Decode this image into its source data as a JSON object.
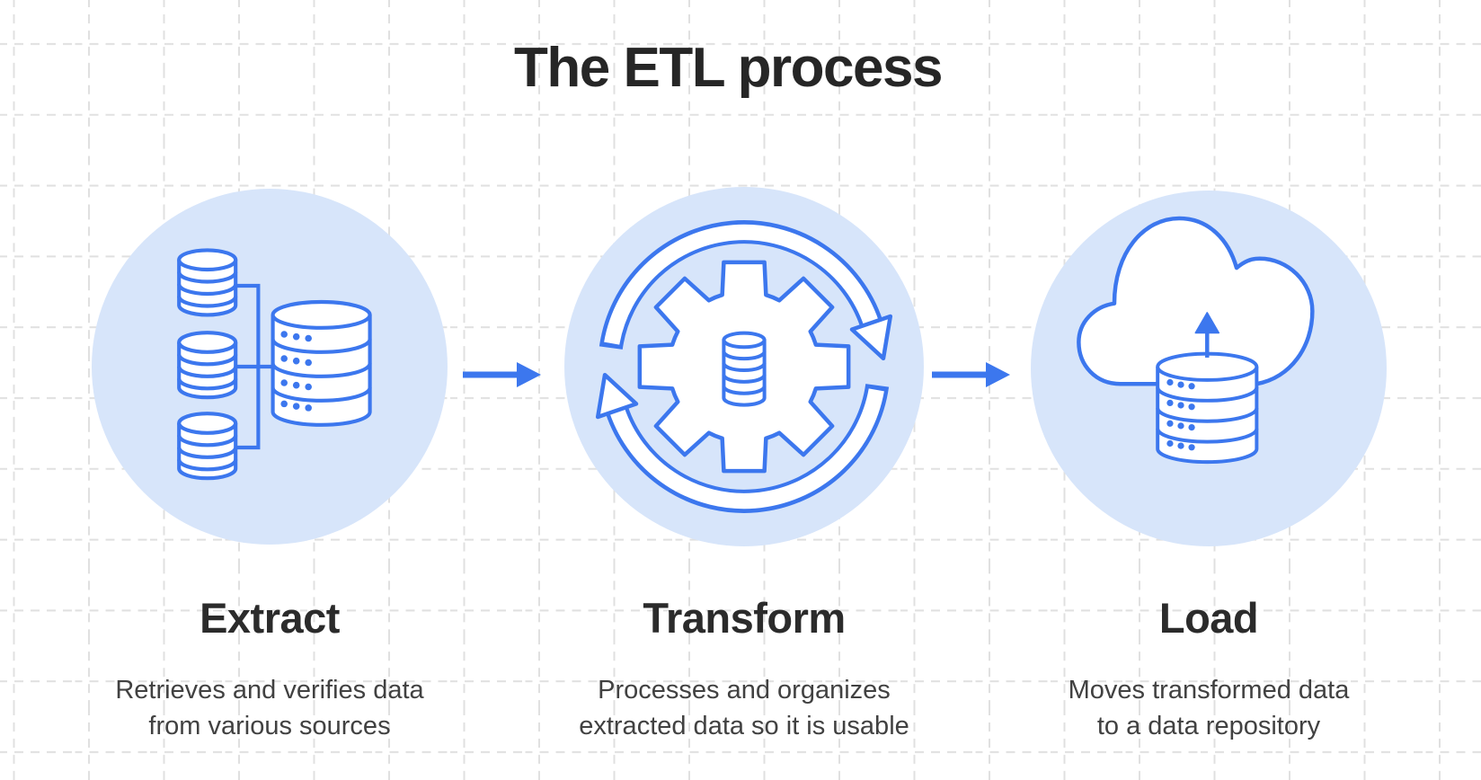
{
  "title": "The ETL process",
  "flow_arrow_icon": "arrow-right-icon",
  "colors": {
    "accent_blue": "#3C77EE",
    "circle_fill": "#D7E5FA",
    "grid_line": "#E0E0E0",
    "title_text": "#262626",
    "heading_text": "#2B2B2B",
    "description_text": "#414141"
  },
  "steps": [
    {
      "id": "extract",
      "label": "Extract",
      "description": "Retrieves and verifies data\nfrom various sources",
      "icon": "databases-network-icon"
    },
    {
      "id": "transform",
      "label": "Transform",
      "description": "Processes and organizes\nextracted data so it is usable",
      "icon": "gear-sync-arrows-icon"
    },
    {
      "id": "load",
      "label": "Load",
      "description": "Moves transformed data\nto a data repository",
      "icon": "cloud-upload-database-icon"
    }
  ]
}
